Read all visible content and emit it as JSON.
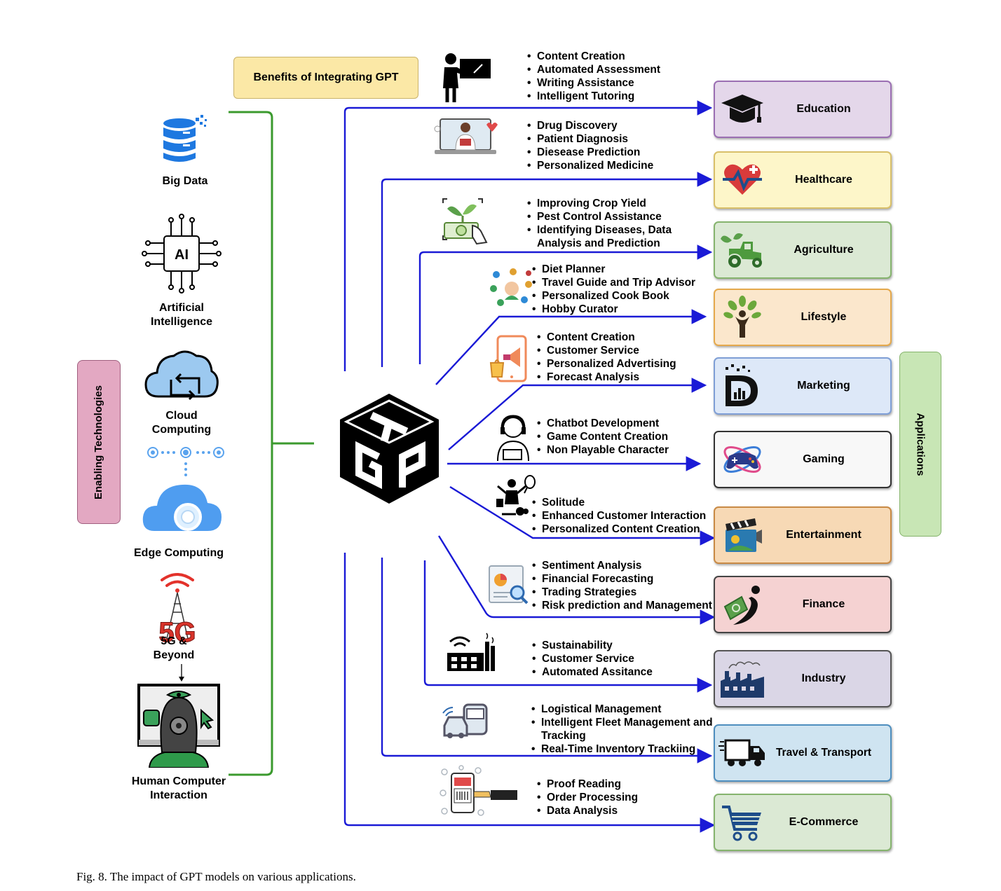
{
  "header": {
    "title": "Benefits of Integrating GPT"
  },
  "side_labels": {
    "enabling": "Enabling Technologies",
    "applications": "Applications"
  },
  "center_logo": {
    "name": "GPT"
  },
  "technologies": [
    {
      "label": "Big Data",
      "icon": "database-icon"
    },
    {
      "label": "Artificial Intelligence",
      "icon": "ai-chip-icon"
    },
    {
      "label": "Cloud Computing",
      "icon": "cloud-icon"
    },
    {
      "label": "Edge Computing",
      "icon": "edge-cloud-icon"
    },
    {
      "label": "5G & Beyond",
      "icon": "5g-tower-icon",
      "icon_text": "5G"
    },
    {
      "label": "Human Computer Interaction",
      "icon": "hci-icon"
    }
  ],
  "applications": [
    {
      "label": "Education",
      "icon": "graduation-cap-icon",
      "bg": "#e4d7ea",
      "border": "#9b6fb3",
      "benefits": [
        "Content Creation",
        "Automated Assessment",
        "Writing Assistance",
        "Intelligent Tutoring"
      ]
    },
    {
      "label": "Healthcare",
      "icon": "heart-pulse-icon",
      "bg": "#fdf6c9",
      "border": "#d9c06a",
      "benefits": [
        "Drug Discovery",
        "Patient Diagnosis",
        "Diesease Prediction",
        "Personalized Medicine"
      ]
    },
    {
      "label": "Agriculture",
      "icon": "tractor-icon",
      "bg": "#dbe9d4",
      "border": "#86b46e",
      "benefits": [
        "Improving Crop Yield",
        "Pest Control Assistance",
        "Identifying Diseases, Data Analysis and Prediction"
      ]
    },
    {
      "label": "Lifestyle",
      "icon": "tree-person-icon",
      "bg": "#fbe7cc",
      "border": "#e5a94c",
      "benefits": [
        "Diet Planner",
        "Travel Guide and Trip Advisor",
        "Personalized Cook Book",
        "Hobby Curator"
      ]
    },
    {
      "label": "Marketing",
      "icon": "marketing-d-icon",
      "bg": "#dde8f8",
      "border": "#7f9fd6",
      "benefits": [
        "Content Creation",
        "Customer Service",
        "Personalized Advertising",
        "Forecast Analysis"
      ]
    },
    {
      "label": "Gaming",
      "icon": "gamepad-icon",
      "bg": "#f8f8f8",
      "border": "#333333",
      "benefits": [
        "Chatbot Development",
        "Game Content Creation",
        "Non Playable Character"
      ]
    },
    {
      "label": "Entertainment",
      "icon": "clapperboard-icon",
      "bg": "#f7d9b5",
      "border": "#c98a45",
      "benefits": [
        "Solitude",
        "Enhanced Customer Interaction",
        "Personalized Content Creation"
      ]
    },
    {
      "label": "Finance",
      "icon": "money-person-icon",
      "bg": "#f5d2d2",
      "border": "#444444",
      "benefits": [
        "Sentiment Analysis",
        "Financial Forecasting",
        "Trading Strategies",
        "Risk prediction and Management"
      ]
    },
    {
      "label": "Industry",
      "icon": "factory-icon",
      "bg": "#dad6e6",
      "border": "#555555",
      "benefits": [
        "Sustainability",
        "Customer Service",
        "Automated Assitance"
      ]
    },
    {
      "label": "Travel & Transport",
      "icon": "truck-icon",
      "bg": "#cfe4f1",
      "border": "#4f8fbf",
      "benefits": [
        "Logistical Management",
        "Intelligent Fleet Management and Tracking",
        "Real-Time Inventory Trackiing"
      ]
    },
    {
      "label": "E-Commerce",
      "icon": "shopping-cart-icon",
      "bg": "#dbe9d4",
      "border": "#86b46e",
      "benefits": [
        "Proof Reading",
        "Order Processing",
        "Data Analysis"
      ]
    }
  ],
  "benefit_icons": [
    "teacher-icon",
    "telemedicine-icon",
    "smart-farming-icon",
    "lifestyle-collage-icon",
    "mobile-marketing-icon",
    "support-agent-icon",
    "hobbies-icon",
    "finance-report-icon",
    "smart-factory-icon",
    "connected-vehicles-icon",
    "mobile-payment-icon"
  ],
  "colors": {
    "arrow": "#1a1ad6",
    "bracket": "#3b9a2e",
    "enabling_bg": "#e3a8c2",
    "applications_bg": "#c8e6b5",
    "header_bg": "#fbe8a6"
  },
  "caption": "Fig. 8.  The impact of GPT models on various applications."
}
